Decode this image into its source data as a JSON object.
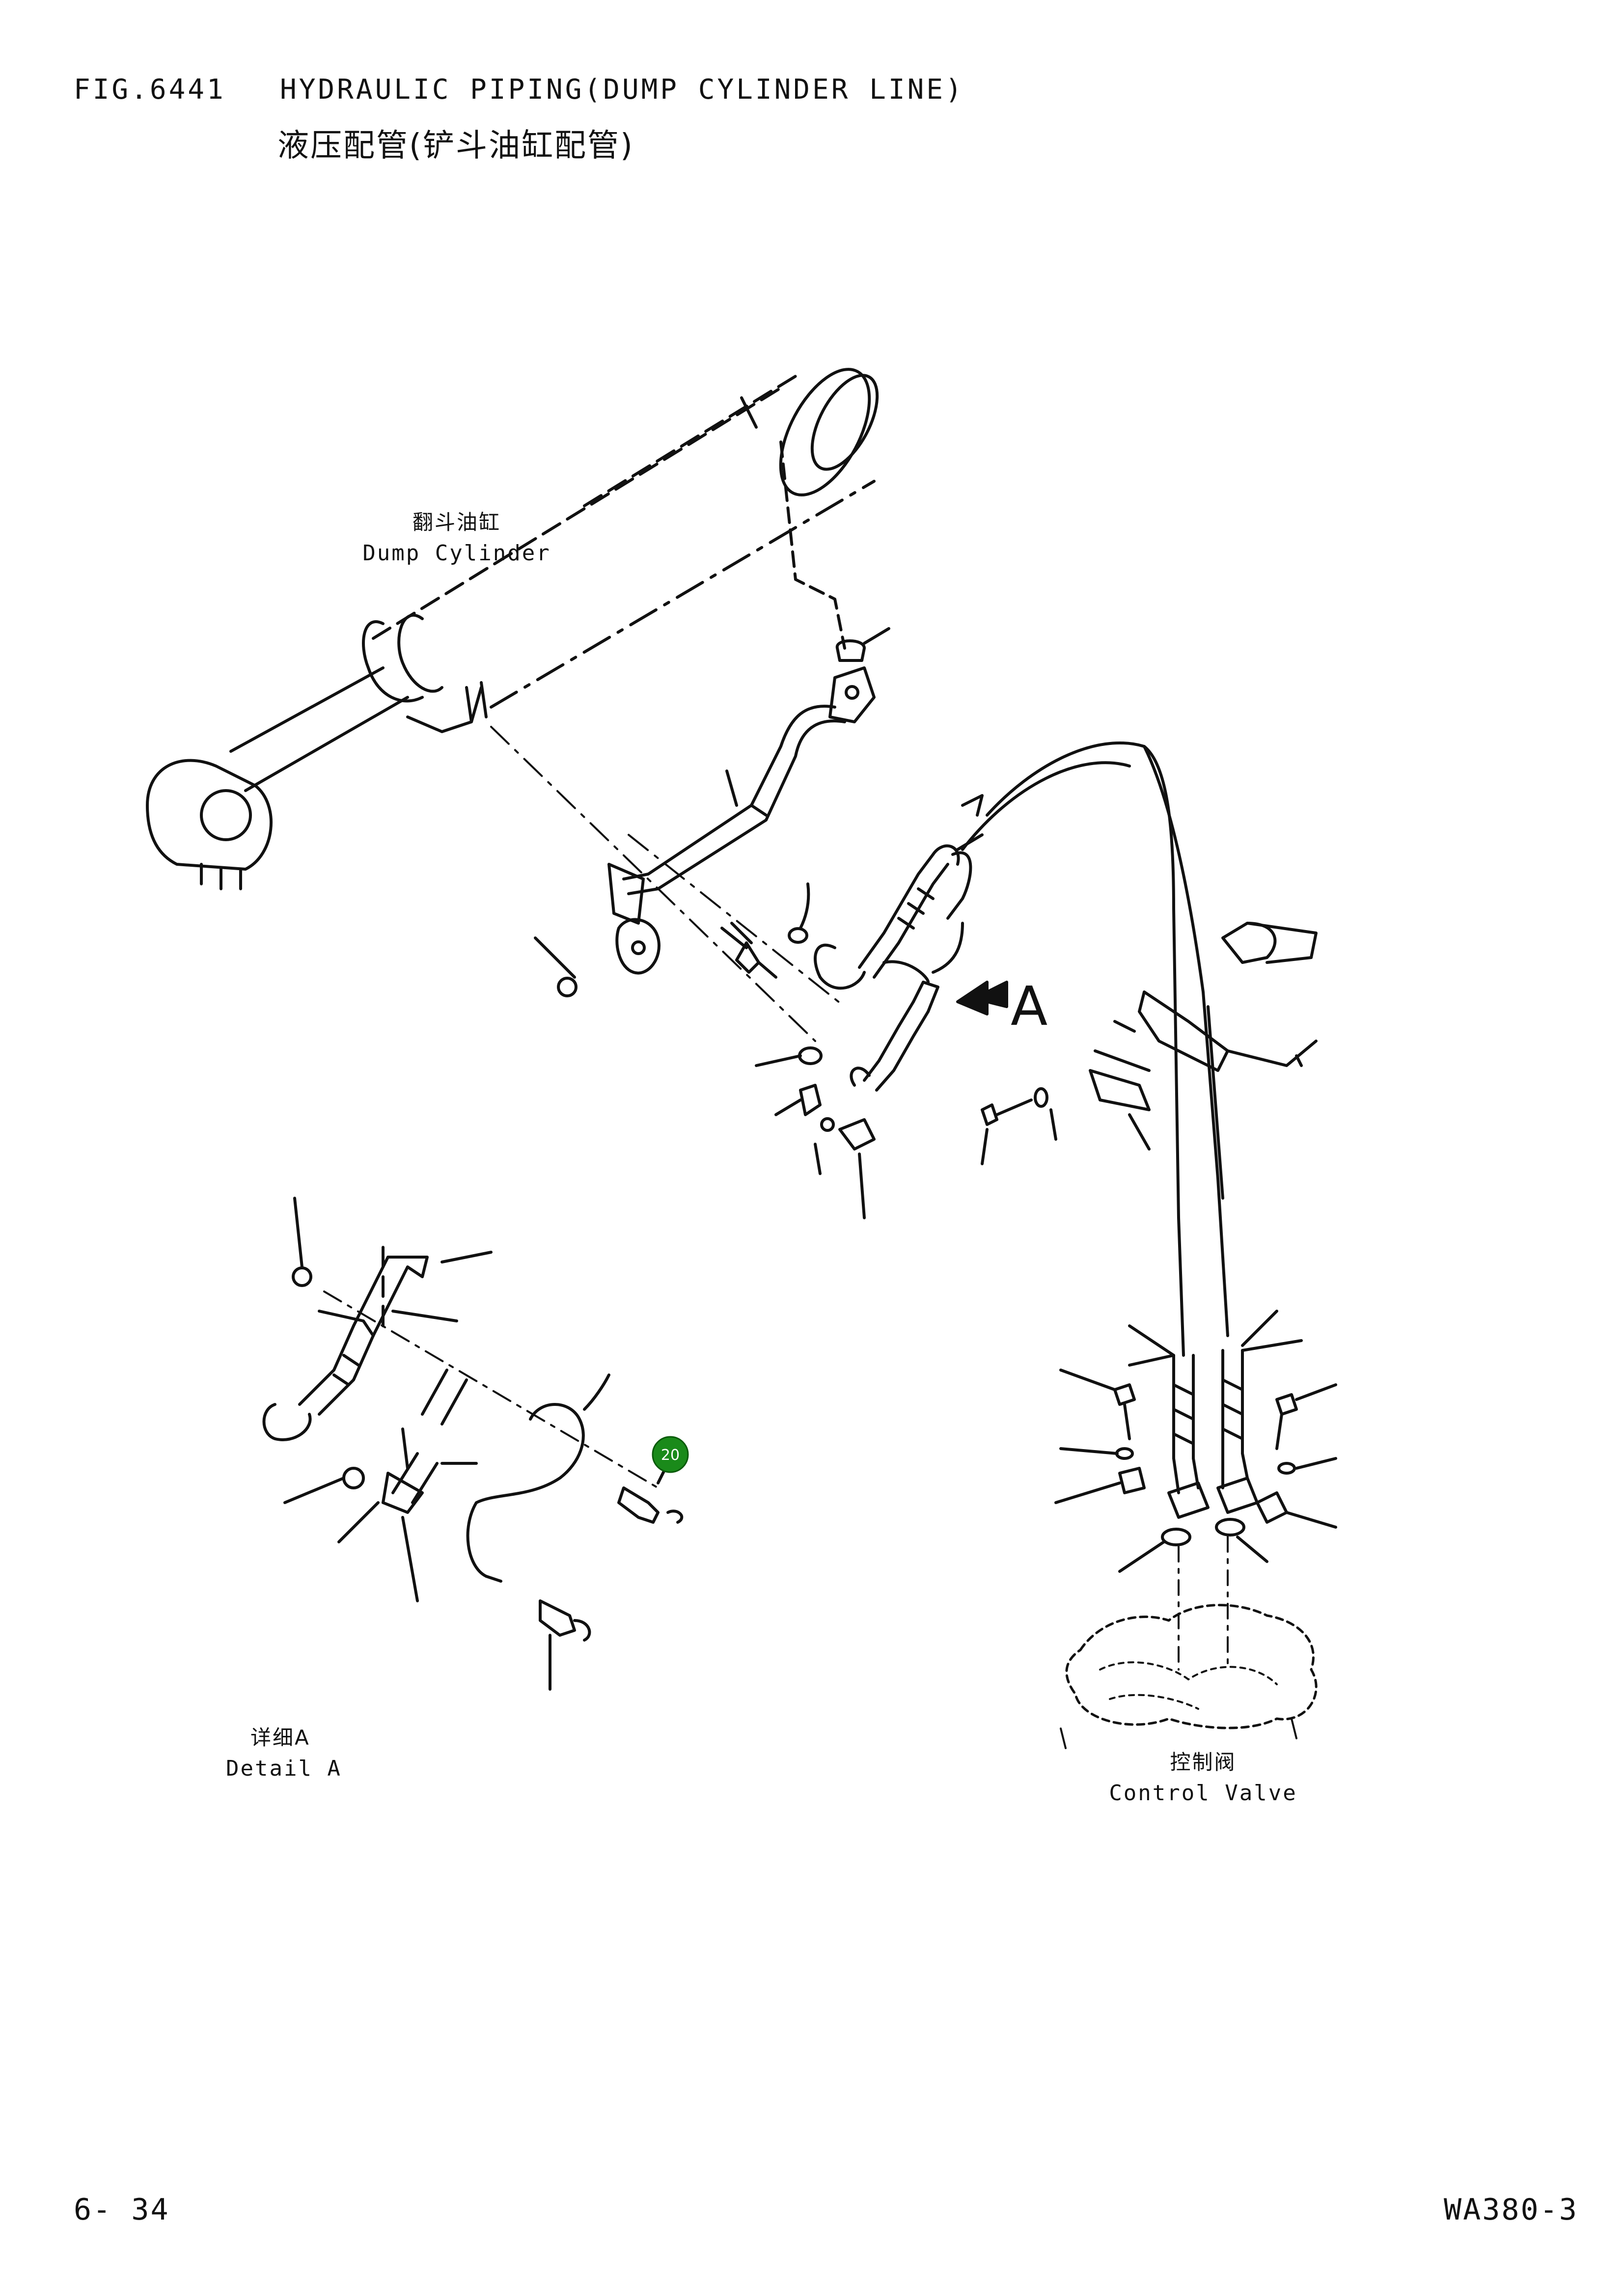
{
  "header": {
    "fig_number": "FIG.6441",
    "title_en": "HYDRAULIC PIPING(DUMP CYLINDER LINE)",
    "title_cn": "液压配管(铲斗油缸配管)"
  },
  "labels": {
    "dump_cylinder": {
      "cn": "翻斗油缸",
      "en": "Dump Cylinder"
    },
    "detail_a": {
      "cn": "详细A",
      "en": "Detail A"
    },
    "control_valve": {
      "cn": "控制阀",
      "en": "Control Valve"
    },
    "view_marker": "A"
  },
  "callout": {
    "number": "20",
    "color": "#1a8a1a"
  },
  "footer": {
    "page": "6- 34",
    "model": "WA380-3"
  }
}
